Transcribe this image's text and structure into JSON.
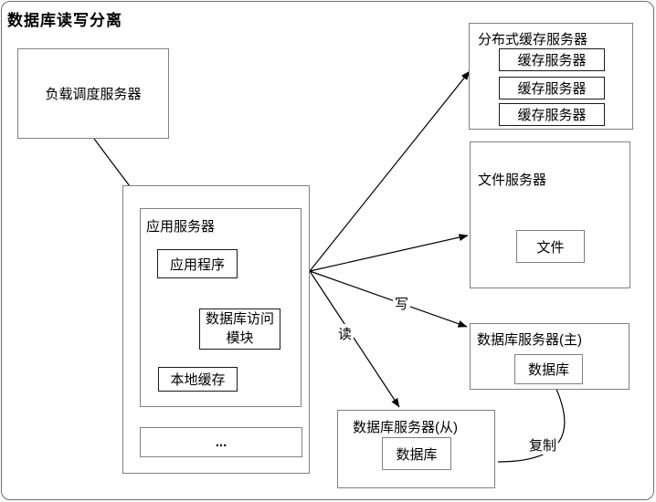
{
  "title": "数据库读写分离",
  "nodes": {
    "load_balancer": {
      "label": "负载调度服务器"
    },
    "app_server": {
      "label": "应用服务器",
      "program": "应用程序",
      "db_access_line1": "数据库访问",
      "db_access_line2": "模块",
      "local_cache": "本地缓存",
      "dots": "..."
    },
    "cache_cluster": {
      "label": "分布式缓存服务器",
      "servers": [
        "缓存服务器",
        "缓存服务器",
        "缓存服务器"
      ]
    },
    "file_server": {
      "label": "文件服务器",
      "file": "文件"
    },
    "db_master": {
      "label": "数据库服务器(主)",
      "db": "数据库"
    },
    "db_slave": {
      "label": "数据库服务器(从)",
      "db": "数据库"
    }
  },
  "edges": {
    "write_label": "写",
    "read_label": "读",
    "replicate_label": "复制"
  },
  "colors": {
    "container_border": "#808080",
    "leaf_border": "#1a1a1a",
    "arrow": "#000000",
    "background": "#ffffff"
  }
}
